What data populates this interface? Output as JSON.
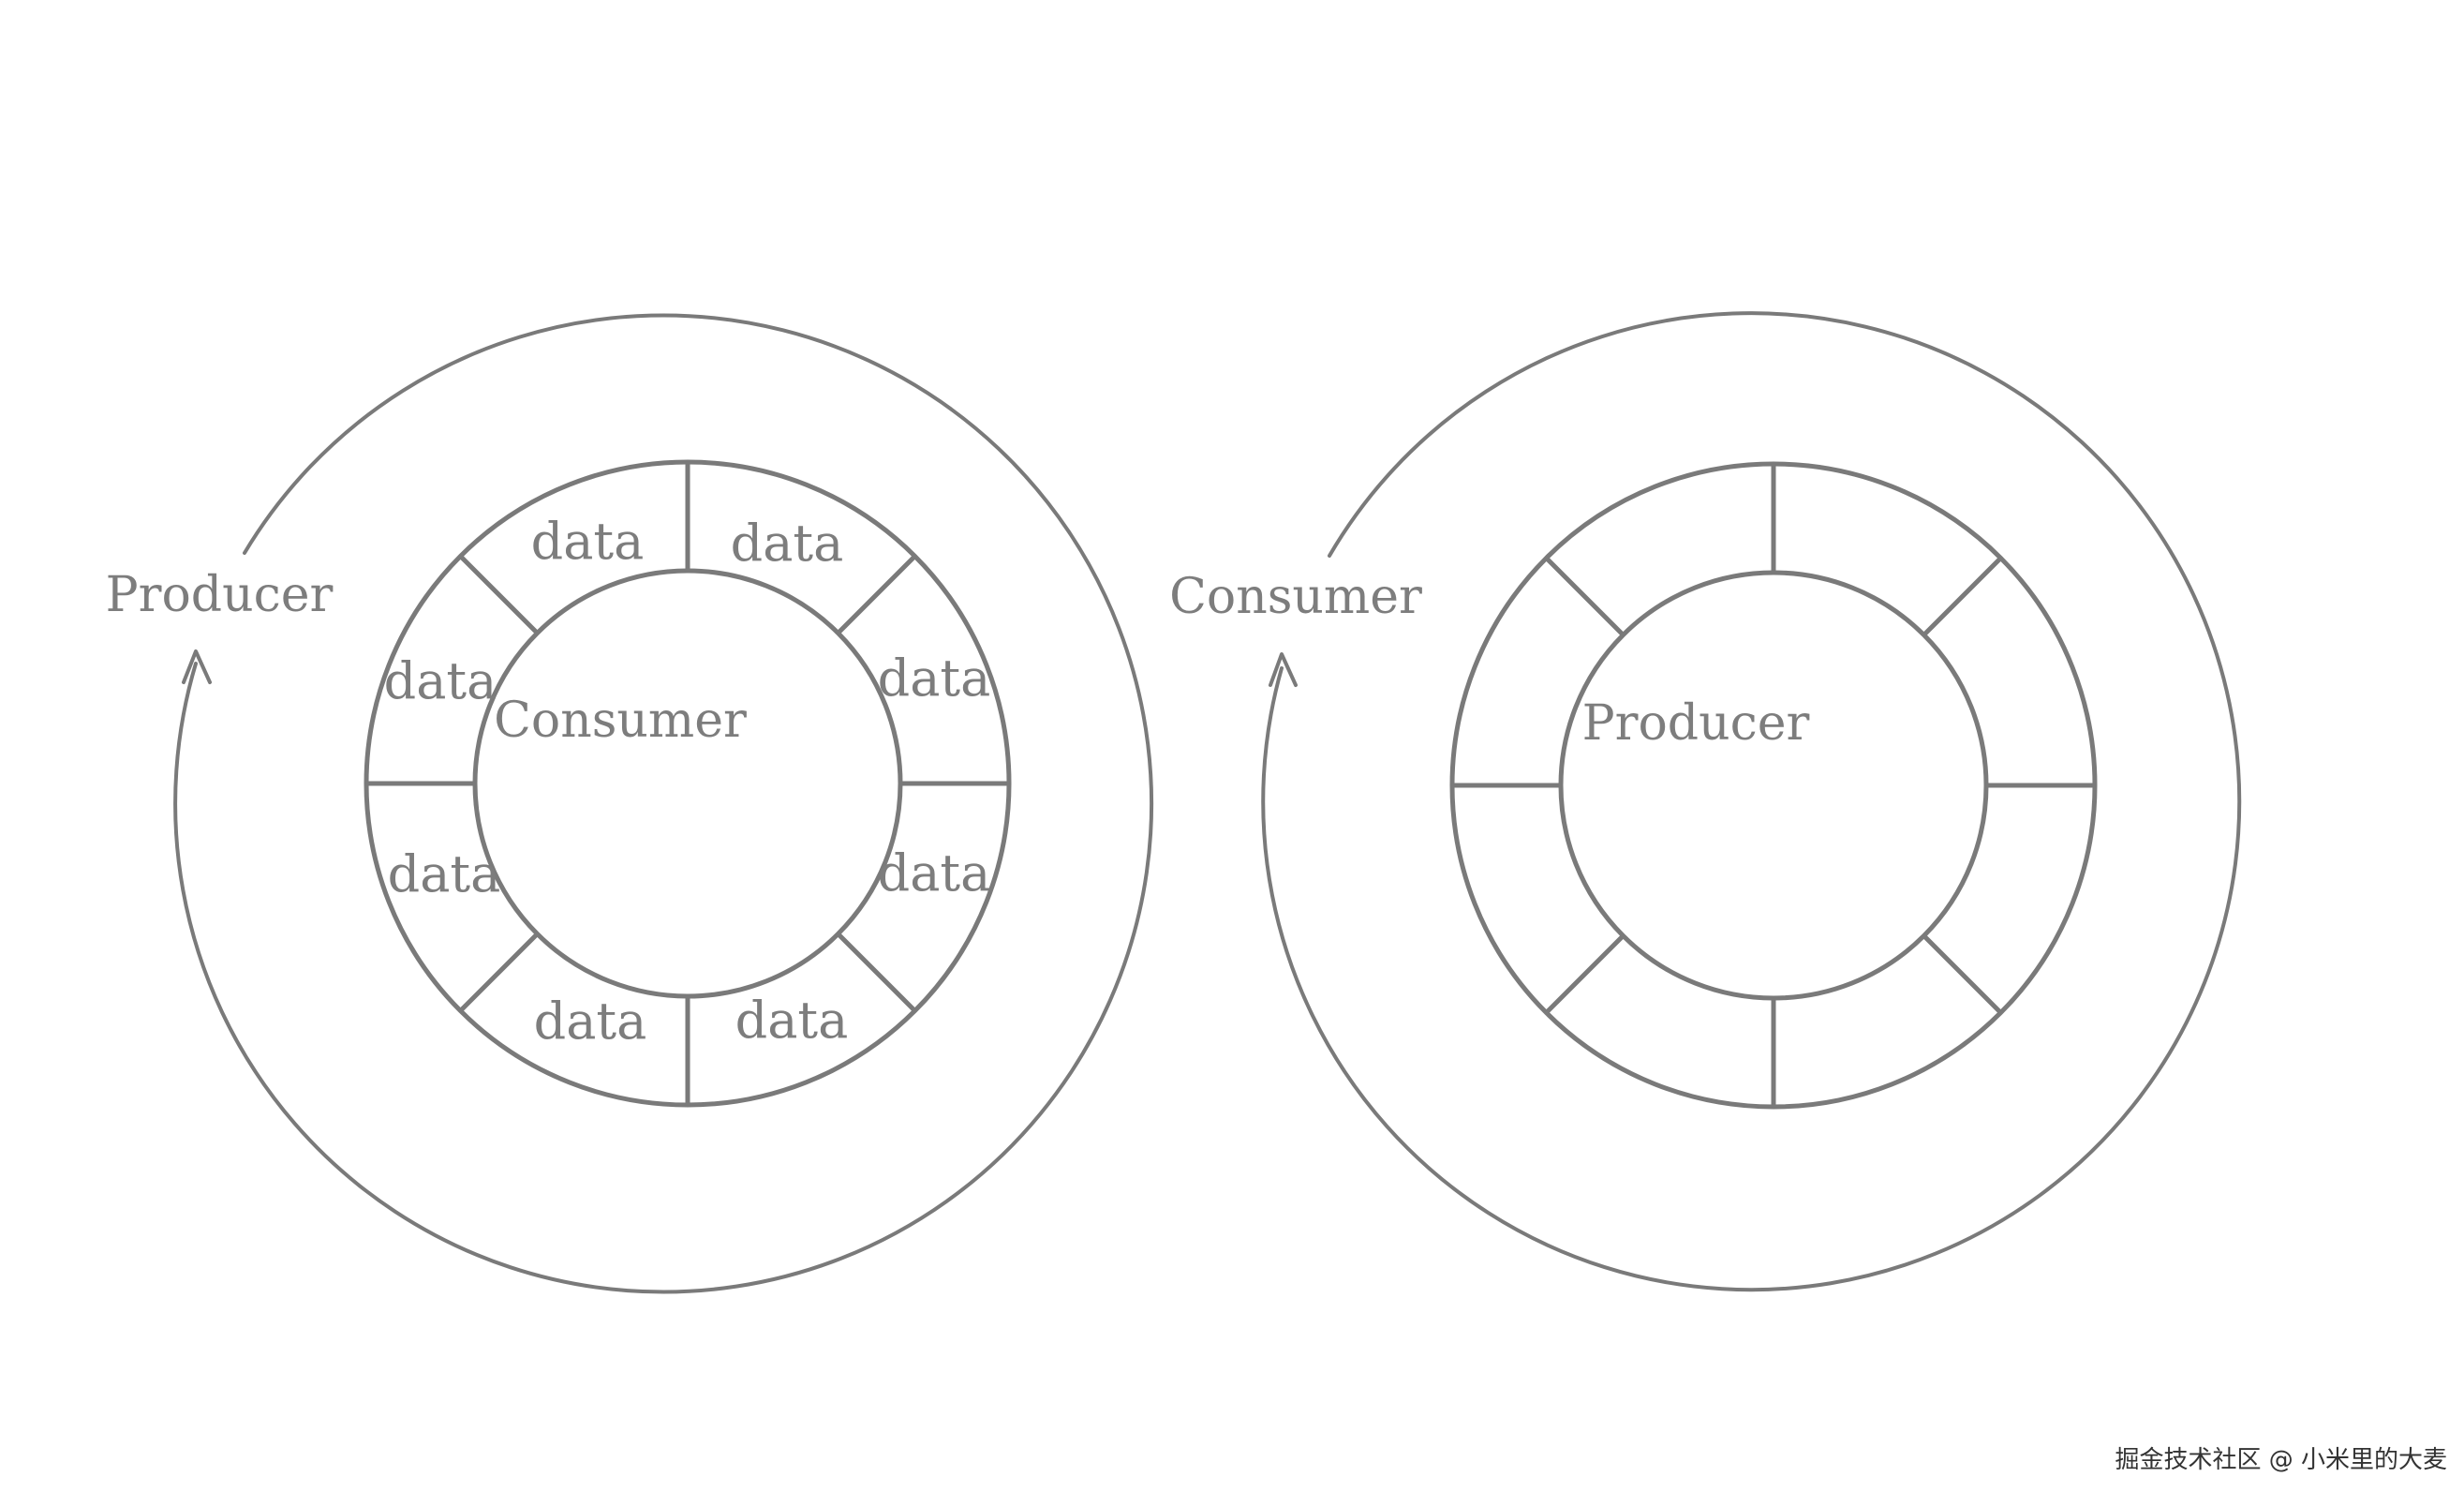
{
  "colors": {
    "stroke": "#7a7a7a",
    "text": "#7d7d7d",
    "background": "#ffffff"
  },
  "left_diagram": {
    "outer_label": "Producer",
    "inner_label": "Consumer",
    "slots": [
      "data",
      "data",
      "data",
      "data",
      "data",
      "data",
      "data",
      "data"
    ]
  },
  "right_diagram": {
    "outer_label": "Consumer",
    "inner_label": "Producer"
  },
  "watermark": "掘金技术社区 @ 小米里的大麦"
}
